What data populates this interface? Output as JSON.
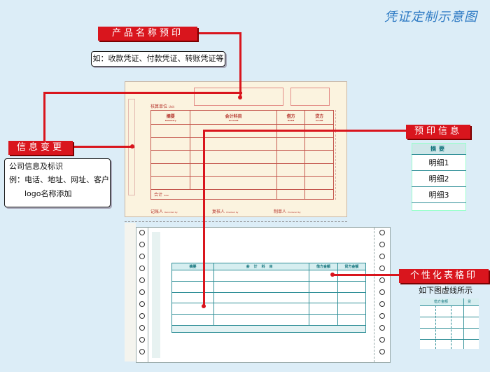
{
  "title": "凭证定制示意图",
  "labels": {
    "product_name": "产品名称预印",
    "info_change": "信息变更",
    "preprint": "预印信息",
    "custom_table": "个性化表格印刷"
  },
  "notes": {
    "product_example": "如：收款凭证、付款凭证、转账凭证等",
    "info_line1": "公司信息及标识",
    "info_line2": "例：电话、地址、网址、客户",
    "info_line3": "logo名称添加",
    "dashed_hint": "如下图虚线所示"
  },
  "sample_table": {
    "header": "摘要",
    "rows": [
      "明细1",
      "明细2",
      "明细3"
    ]
  },
  "voucher_top": {
    "unit_label": "核算单位",
    "unit_en": "Unit",
    "col_summary": "摘要",
    "col_summary_en": "Summary",
    "col_account": "会计科目",
    "col_account_en": "Account",
    "col_debit": "借方",
    "col_debit_en": "Debit",
    "col_credit": "贷方",
    "col_credit_en": "Credit",
    "total": "合计",
    "total_en": "Total",
    "recorded_by": "记账人",
    "recorded_en": "Recorded by",
    "checked_by": "复核人",
    "checked_en": "Checked by",
    "produced_by": "制单人",
    "produced_en": "Produced by"
  },
  "voucher_bottom": {
    "col_summary": "摘要",
    "col_account": "会计科目",
    "col_debit_amount": "借方金额",
    "col_credit_amount": "贷方金额"
  },
  "mini_table": {
    "col_debit_amount": "借方金额",
    "col_credit": "贷"
  },
  "colors": {
    "accent_red": "#d9151d",
    "title_blue": "#2c79c3",
    "teal": "#2f8f97",
    "background": "#dcedf7"
  }
}
